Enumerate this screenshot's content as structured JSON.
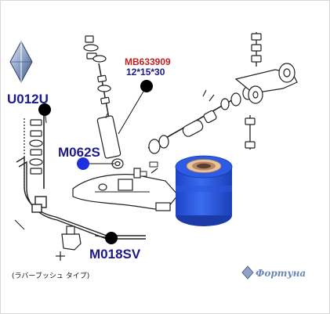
{
  "labels": {
    "part_number": "MB633909",
    "dimensions": "12*15*30",
    "code_u012u": "U012U",
    "code_m062s": "M062S",
    "code_m018sv": "M018SV",
    "note": "(ラバーブッシュ タイプ)"
  },
  "brand": {
    "name": "Фортуна"
  },
  "colors": {
    "label_blue": "#1c1a8a",
    "part_red": "#c41e1e",
    "marker_black": "#000000",
    "marker_blue": "#1f2fe0",
    "bushing_blue": "#2a57e0",
    "bushing_flange": "#e7c3a0",
    "brand_logo": "#6d86b6"
  },
  "icons": {
    "brand_logo": "rhombus-logo-icon",
    "marker": "circle-marker-icon"
  }
}
